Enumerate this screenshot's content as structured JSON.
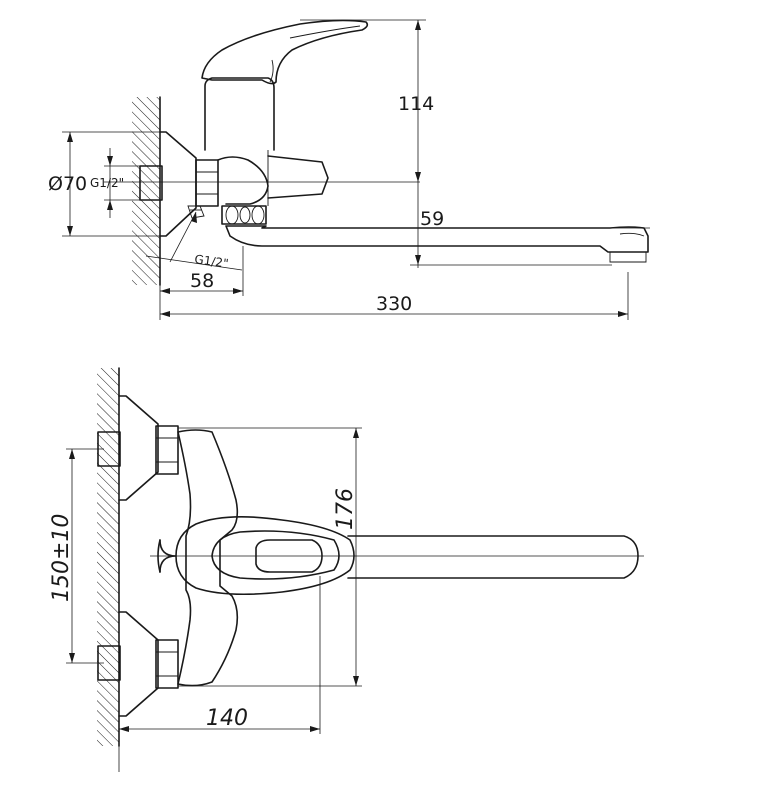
{
  "dimensions": {
    "height_114": "114",
    "diameter_70": "Ø70",
    "thread_top": "G1/2\"",
    "thread_bottom": "G1/2\"",
    "spout_59": "59",
    "depth_58": "58",
    "length_330": "330",
    "spacing_150": "150±10",
    "height_176": "176",
    "offset_140": "140"
  }
}
